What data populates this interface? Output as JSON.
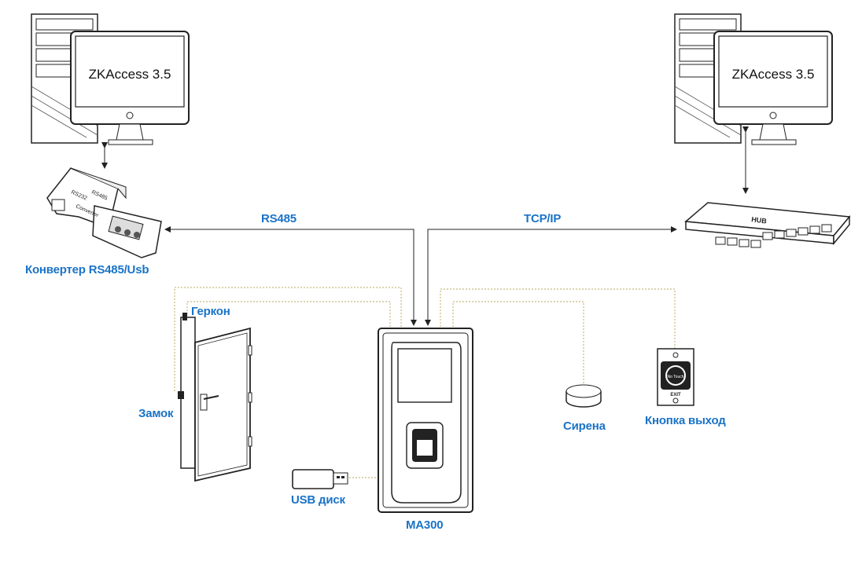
{
  "diagram": {
    "colors": {
      "label": "#1a73c7",
      "line": "#222222",
      "wire_dotted": "#c9b97a"
    },
    "pc_left": {
      "screen_text": "ZKAccess 3.5"
    },
    "pc_right": {
      "screen_text": "ZKAccess 3.5"
    },
    "converter": {
      "label": "Конвертер RS485/Usb",
      "body_text_1": "RS232",
      "body_text_2": "RS485",
      "body_text_3": "Converter"
    },
    "hub": {
      "label_text": "HUB"
    },
    "links": {
      "rs485": "RS485",
      "tcpip": "TCP/IP"
    },
    "door": {
      "gerkon_label": "Геркон",
      "lock_label": "Замок"
    },
    "usb": {
      "label": "USB диск"
    },
    "device": {
      "label": "MA300"
    },
    "siren": {
      "label": "Сирена"
    },
    "exit_button": {
      "label": "Кнопка выход",
      "button_text": "No Touch",
      "exit_text": "EXIT"
    }
  }
}
